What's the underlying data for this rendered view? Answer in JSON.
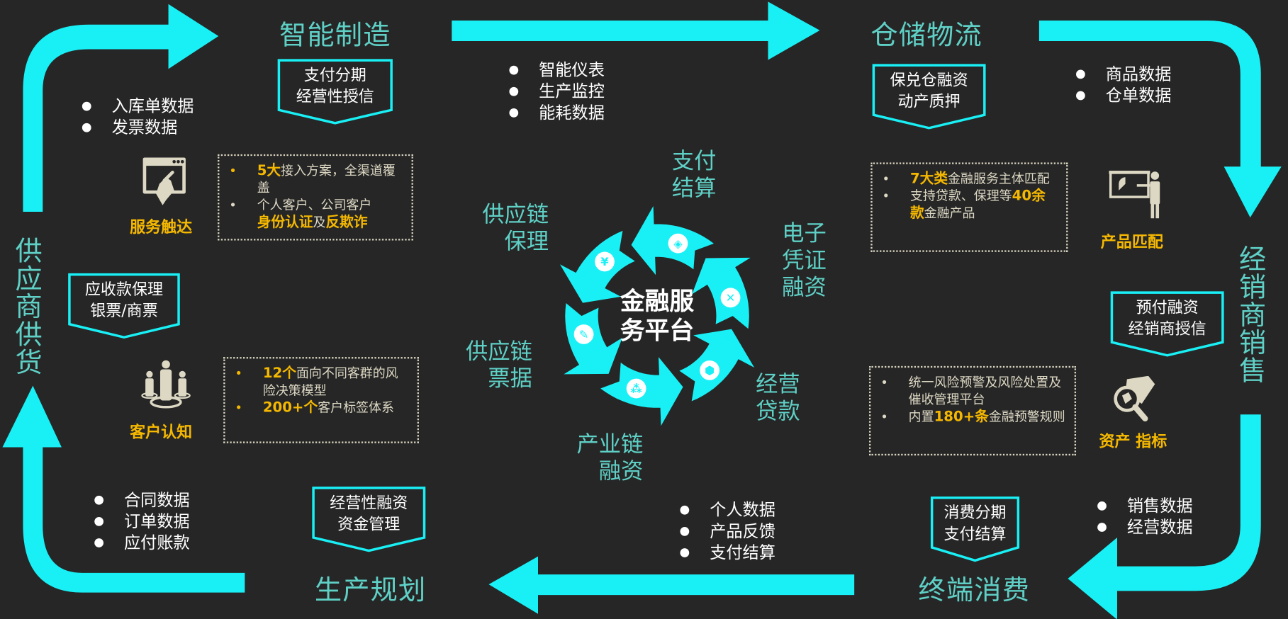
{
  "colors": {
    "background": "#262626",
    "arrow": "#19f0f5",
    "title": "#5fd0c6",
    "highlight": "#f5b800",
    "icon": "#ddd8c4"
  },
  "stages": {
    "manufacturing": "智能制造",
    "logistics": "仓储物流",
    "distribution": "经销商销售",
    "consumption": "终端消费",
    "planning": "生产规划",
    "supply": "供应商供货"
  },
  "products": {
    "manufacturing": [
      "支付分期",
      "经营性授信"
    ],
    "logistics": [
      "保兑仓融资",
      "动产质押"
    ],
    "supply": [
      "应收款保理",
      "银票/商票"
    ],
    "distribution": [
      "预付融资",
      "经销商授信"
    ],
    "planning": [
      "经营性融资",
      "资金管理"
    ],
    "consumption": [
      "消费分期",
      "支付结算"
    ]
  },
  "data_lists": {
    "supply": [
      "入库单数据",
      "发票数据"
    ],
    "manufacturing": [
      "智能仪表",
      "生产监控",
      "能耗数据"
    ],
    "logistics": [
      "商品数据",
      "仓单数据"
    ],
    "planning": [
      "合同数据",
      "订单数据",
      "应付账款"
    ],
    "consumption": [
      "个人数据",
      "产品反馈",
      "支付结算"
    ],
    "distribution": [
      "销售数据",
      "经营数据"
    ]
  },
  "capabilities": {
    "reach": {
      "label": "服务触达",
      "icon": "touch-screen-icon",
      "item1": {
        "hl": "5大",
        "text": "接入方案，全渠道覆盖"
      },
      "item2": {
        "text": "个人客户、公司客户",
        "hl1": "身份认证",
        "mid": "及",
        "hl2": "反欺诈"
      }
    },
    "insight": {
      "label": "客户认知",
      "icon": "people-icon",
      "item1": {
        "hl": "12个",
        "text": "面向不同客群的风险决策模型"
      },
      "item2": {
        "hl": "200+个",
        "text": "客户标签体系"
      }
    },
    "matching": {
      "label": "产品匹配",
      "icon": "presentation-icon",
      "item1": {
        "hl": "7大类",
        "text": "金融服务主体匹配"
      },
      "item2": {
        "pre": "支持贷款、保理等",
        "hl": "40余款",
        "text": "金融产品"
      }
    },
    "risk": {
      "label": "资产 指标",
      "icon": "magnifier-icon",
      "item1": {
        "text": "统一风险预警及风险处置及催收管理平台"
      },
      "item2": {
        "pre": "内置",
        "hl": "180+条",
        "text": "金融预警规则"
      }
    }
  },
  "platform": {
    "center": [
      "金融服",
      "务平台"
    ],
    "segments": [
      {
        "label": [
          "支付",
          "结算"
        ],
        "icon": "coin-icon"
      },
      {
        "label": [
          "供应链",
          "保理"
        ],
        "icon": "yuan-coins-icon"
      },
      {
        "label": [
          "供应链",
          "票据"
        ],
        "icon": "tag-icon"
      },
      {
        "label": [
          "产业链",
          "融资"
        ],
        "icon": "network-icon"
      },
      {
        "label": [
          "经营",
          "贷款"
        ],
        "icon": "cube-icon"
      },
      {
        "label": [
          "电子",
          "凭证",
          "融资"
        ],
        "icon": "tools-icon"
      }
    ]
  }
}
